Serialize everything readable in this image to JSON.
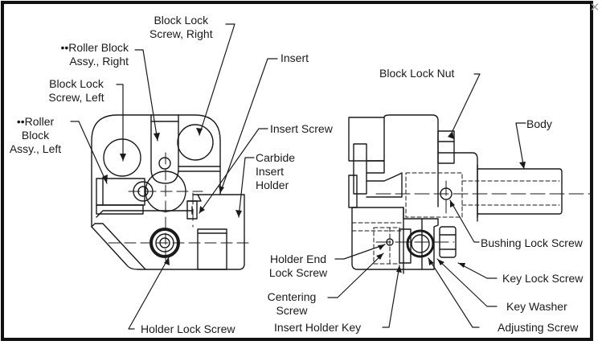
{
  "window": {
    "close_glyph": "✕"
  },
  "diagram": {
    "colors": {
      "ink": "#1a1a1a",
      "frame": "#111111",
      "background": "#ffffff",
      "close": "#a0a0a0"
    },
    "left_view": {
      "labels": {
        "block_lock_screw_right": [
          "Block Lock",
          "Screw, Right"
        ],
        "roller_block_right": [
          "••Roller Block",
          "Assy., Right"
        ],
        "block_lock_screw_left": [
          "Block Lock",
          "Screw, Left"
        ],
        "roller_block_left": [
          "••Roller",
          "Block",
          "Assy., Left"
        ],
        "insert": "Insert",
        "insert_screw": "Insert Screw",
        "carbide_insert_holder": [
          "Carbide",
          "Insert",
          "Holder"
        ],
        "holder_lock_screw": "Holder Lock Screw"
      }
    },
    "right_view": {
      "labels": {
        "block_lock_nut": "Block Lock Nut",
        "body": "Body",
        "bushing_lock_screw": "Bushing Lock Screw",
        "key_lock_screw": "Key Lock Screw",
        "key_washer": "Key Washer",
        "adjusting_screw": "Adjusting Screw",
        "holder_end_lock_screw": [
          "Holder End",
          "Lock Screw"
        ],
        "centering_screw": [
          "Centering",
          "Screw"
        ],
        "insert_holder_key": "Insert Holder Key"
      }
    }
  }
}
